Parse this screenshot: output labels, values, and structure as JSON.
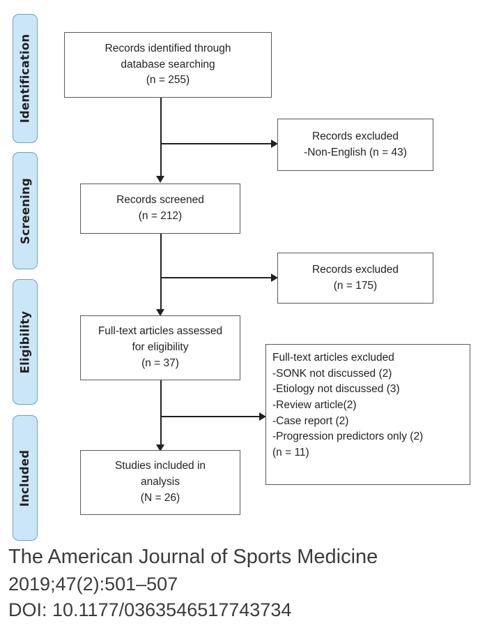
{
  "figure": {
    "type": "prisma-flow-diagram",
    "stages": [
      {
        "label": "Identification"
      },
      {
        "label": "Screening"
      },
      {
        "label": "Eligibility"
      },
      {
        "label": "Included"
      }
    ],
    "boxes": {
      "identified": {
        "lines": [
          "Records identified through",
          "database searching",
          "(n = 255)"
        ],
        "n": 255
      },
      "excluded_language": {
        "lines": [
          "Records excluded",
          "-Non-English (n = 43)"
        ],
        "n": 43
      },
      "screened": {
        "lines": [
          "Records screened",
          "(n = 212)"
        ],
        "n": 212
      },
      "excluded_screening": {
        "lines": [
          "Records excluded",
          "(n = 175)"
        ],
        "n": 175
      },
      "fulltext_assessed": {
        "lines": [
          "Full-text articles assessed",
          "for eligibility",
          "(n = 37)"
        ],
        "n": 37
      },
      "fulltext_excluded": {
        "lines": [
          "Full-text articles excluded",
          "-SONK not discussed (2)",
          "-Etiology not discussed (3)",
          "-Review article(2)",
          "-Case report (2)",
          "-Progression predictors only (2)",
          "(n = 11)"
        ],
        "n": 11
      },
      "included": {
        "lines": [
          "Studies included in",
          "analysis",
          "(N = 26)"
        ],
        "n": 26
      }
    }
  },
  "citation": {
    "journal": "The American Journal of Sports Medicine",
    "issue": "2019;47(2):501–507",
    "doi": "DOI: 10.1177/0363546517743734"
  },
  "colors": {
    "stage_fill": "#cbe7f7",
    "stage_border": "#6a9fc4",
    "box_border": "#58595b",
    "text": "#231f20"
  }
}
